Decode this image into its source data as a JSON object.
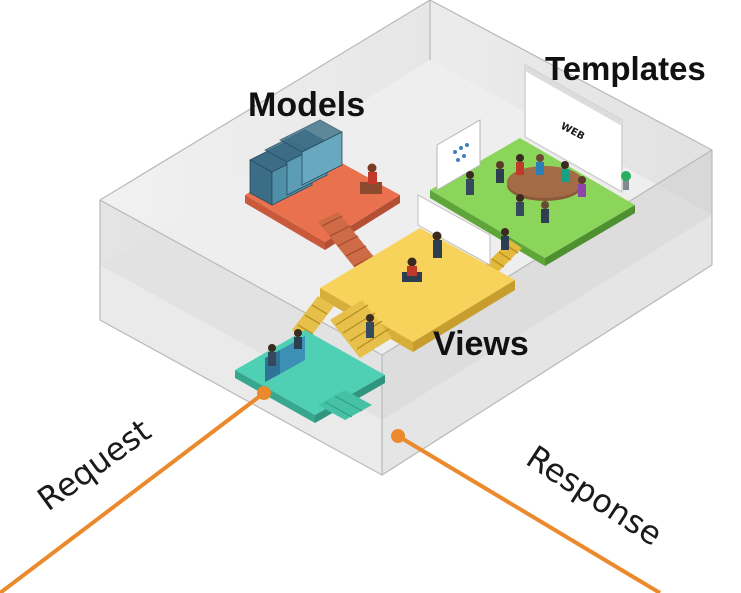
{
  "diagram": {
    "labels": {
      "models": "Models",
      "templates": "Templates",
      "views": "Views",
      "request": "Request",
      "response": "Response",
      "web_screen": "WEB"
    },
    "colors": {
      "models_floor": "#e9714e",
      "templates_floor": "#8bd65a",
      "views_floor": "#f7d35b",
      "entry_floor": "#4fd0b4",
      "flow_line": "#ea8a2c"
    }
  }
}
